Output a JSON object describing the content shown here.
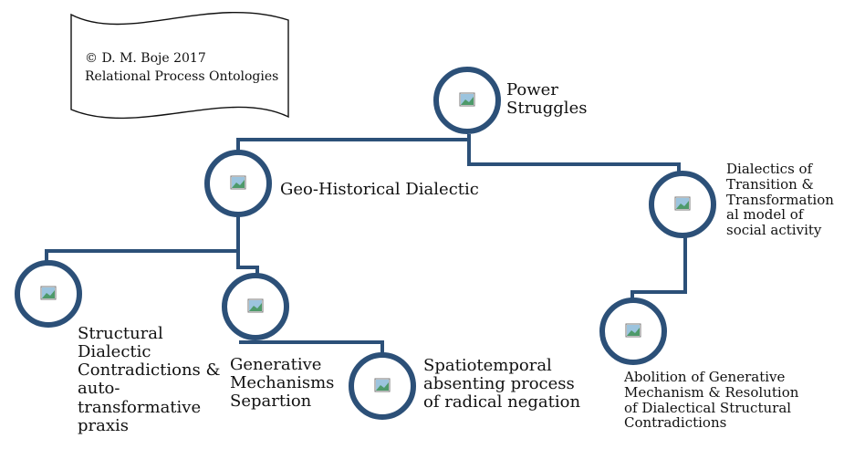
{
  "banner": {
    "copyright": "© D. M. Boje 2017\nRelational Process Ontologies"
  },
  "nodes": {
    "power": "Power\nStruggles",
    "geo": "Geo-Historical Dialectic",
    "dialectics": "Dialectics of\nTransition &\nTransformation\nal model of\nsocial activity",
    "structural": "Structural\nDialectic\nContradictions &\nauto-\ntransformative\npraxis",
    "generative": "Generative\nMechanisms\nSepartion",
    "spatio": "Spatiotemporal\nabsenting process\nof radical negation",
    "abolition": "Abolition of Generative\nMechanism & Resolution\nof Dialectical Structural\nContradictions"
  },
  "colors": {
    "node_ring": "#2c5078",
    "connector": "#2c5078",
    "icon_sky": "#9cc4de",
    "icon_land": "#4e9a6a"
  }
}
